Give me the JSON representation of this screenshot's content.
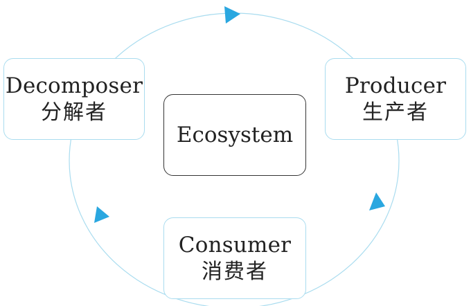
{
  "diagram": {
    "center": {
      "label": "Ecosystem"
    },
    "nodes": {
      "producer": {
        "en": "Producer",
        "zh": "生产者"
      },
      "consumer": {
        "en": "Consumer",
        "zh": "消费者"
      },
      "decomposer": {
        "en": "Decomposer",
        "zh": "分解者"
      }
    },
    "cycle_order": [
      "producer",
      "consumer",
      "decomposer"
    ],
    "colors": {
      "cycle_line": "#a9dcef",
      "arrow": "#2aa7e0",
      "node_border": "#a9dcef",
      "center_border": "#333333",
      "text": "#222222"
    }
  }
}
